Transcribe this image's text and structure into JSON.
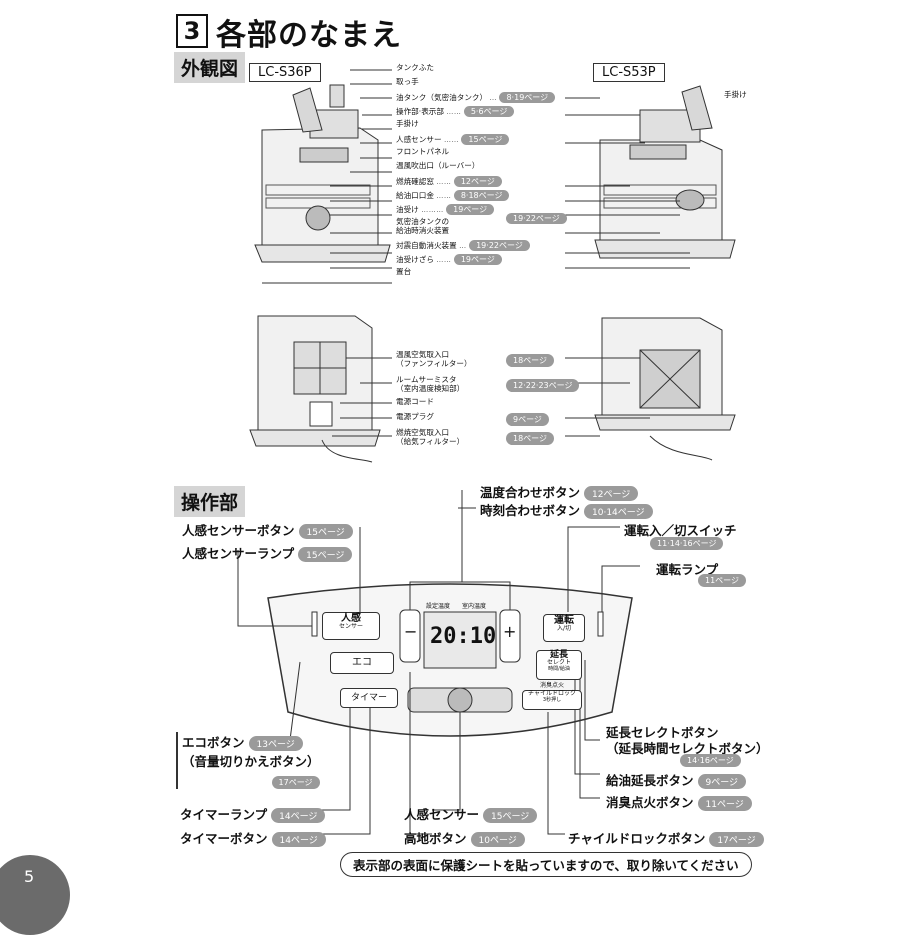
{
  "header": {
    "section_number": "3",
    "title": "各部のなまえ"
  },
  "exterior": {
    "heading": "外観図",
    "model_left": "LC-S36P",
    "model_right": "LC-S53P",
    "right_side_label": "手掛け",
    "front_labels": [
      {
        "text": "タンクふた",
        "page": ""
      },
      {
        "text": "取っ手",
        "page": ""
      },
      {
        "text": "油タンク（気密油タンク）",
        "page": "8·19ページ"
      },
      {
        "text": "操作部·表示部",
        "page": "5·6ページ"
      },
      {
        "text": "手掛け",
        "page": ""
      },
      {
        "text": "人感センサー",
        "page": "15ページ"
      },
      {
        "text": "フロントパネル",
        "page": ""
      },
      {
        "text": "温風吹出口（ルーバー）",
        "page": ""
      },
      {
        "text": "燃焼確認窓",
        "page": "12ページ"
      },
      {
        "text": "給油口口金",
        "page": "8·18ページ"
      },
      {
        "text": "油受け",
        "page": "19ページ"
      },
      {
        "text": "気密油タンクの\n給油時消火装置",
        "page": "19·22ページ"
      },
      {
        "text": "対震自動消火装置",
        "page": "19·22ページ"
      },
      {
        "text": "油受けざら",
        "page": "19ページ"
      },
      {
        "text": "置台",
        "page": ""
      }
    ],
    "back_labels": [
      {
        "text": "温風空気取入口\n（ファンフィルター）",
        "page": "18ページ"
      },
      {
        "text": "ルームサーミスタ\n（室内温度検知部）",
        "page": "12·22·23ページ"
      },
      {
        "text": "電源コード",
        "page": ""
      },
      {
        "text": "電源プラグ",
        "page": "9ページ"
      },
      {
        "text": "燃焼空気取入口\n（給気フィルター）",
        "page": "18ページ"
      }
    ]
  },
  "control": {
    "heading": "操作部",
    "callouts": {
      "temp_button": {
        "text": "温度合わせボタン",
        "page": "12ページ"
      },
      "clock_button": {
        "text": "時刻合わせボタン",
        "page": "10·14ページ"
      },
      "sensor_button": {
        "text": "人感センサーボタン",
        "page": "15ページ"
      },
      "sensor_lamp": {
        "text": "人感センサーランプ",
        "page": "15ページ"
      },
      "run_switch": {
        "text": "運転入／切スイッチ",
        "page": "11·14·16ページ"
      },
      "run_lamp": {
        "text": "運転ランプ",
        "page": "11ページ"
      },
      "eco_button": {
        "text": "エコボタン",
        "page": "13ページ",
        "sub": "音量切りかえボタン",
        "sub_page": "17ページ"
      },
      "ext_select": {
        "text": "延長セレクトボタン",
        "sub": "（延長時間セレクトボタン）",
        "page": "14·16ページ"
      },
      "refuel_ext": {
        "text": "給油延長ボタン",
        "page": "9ページ"
      },
      "deodorize": {
        "text": "消臭点火ボタン",
        "page": "11ページ"
      },
      "timer_lamp": {
        "text": "タイマーランプ",
        "page": "14ページ"
      },
      "timer_button": {
        "text": "タイマーボタン",
        "page": "14ページ"
      },
      "human_sensor": {
        "text": "人感センサー",
        "page": "15ページ"
      },
      "altitude": {
        "text": "高地ボタン",
        "page": "10ページ"
      },
      "child_lock": {
        "text": "チャイルドロックボタン",
        "page": "17ページ"
      }
    },
    "panel": {
      "sensor_btn": "人感",
      "sensor_btn_sub": "センサー",
      "eco_btn": "エコ",
      "timer_btn": "タイマー",
      "minus": "−",
      "plus": "+",
      "set_temp": "設定温度",
      "room_temp": "室内温度",
      "display": "20:10",
      "run_btn": "運転",
      "run_btn_sub": "入/切",
      "ext_btn": "延長",
      "ext_btn_sub": "セレクト",
      "ext_btn_sub2": "時間/給油",
      "deodor_text": "消臭点火",
      "child_btn": "チャイルドロック",
      "child_btn_sub": "3秒押し"
    }
  },
  "footer": {
    "notice": "表示部の表面に保護シートを貼っていますので、取り除いてください",
    "page_number": "5"
  }
}
